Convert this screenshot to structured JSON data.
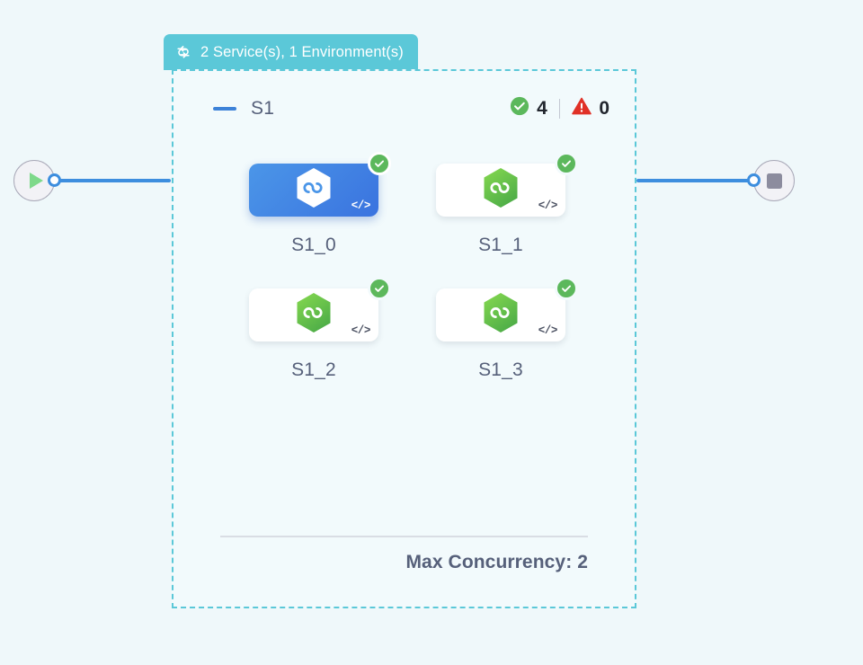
{
  "canvas": {
    "background_color": "#eff8fa"
  },
  "start_node": {
    "name": "start-node",
    "icon": "play-icon",
    "port": "output-port"
  },
  "end_node": {
    "name": "end-node",
    "icon": "stop-icon",
    "port": "input-port"
  },
  "group": {
    "header": {
      "icon": "loop-icon",
      "title": "2 Service(s), 1 Environment(s)",
      "background_color": "#5bc8d8"
    },
    "border_color": "#5bc8d8",
    "stage": {
      "collapse_icon": "minus-icon",
      "name": "S1",
      "stats": [
        {
          "icon": "check-circle-icon",
          "color": "#5cb85c",
          "value": "4"
        },
        {
          "icon": "warning-triangle-icon",
          "color": "#e03127",
          "value": "0"
        }
      ]
    },
    "nodes": [
      {
        "label": "S1_0",
        "state": "selected",
        "logo": "hexagon-loop-logo",
        "code_badge": "</>",
        "status": "check-circle-icon"
      },
      {
        "label": "S1_1",
        "state": "idle",
        "logo": "hexagon-loop-logo",
        "code_badge": "</>",
        "status": "check-circle-icon"
      },
      {
        "label": "S1_2",
        "state": "idle",
        "logo": "hexagon-loop-logo",
        "code_badge": "</>",
        "status": "check-circle-icon"
      },
      {
        "label": "S1_3",
        "state": "idle",
        "logo": "hexagon-loop-logo",
        "code_badge": "</>",
        "status": "check-circle-icon"
      }
    ],
    "footer": {
      "concurrency_label": "Max Concurrency: 2"
    }
  }
}
